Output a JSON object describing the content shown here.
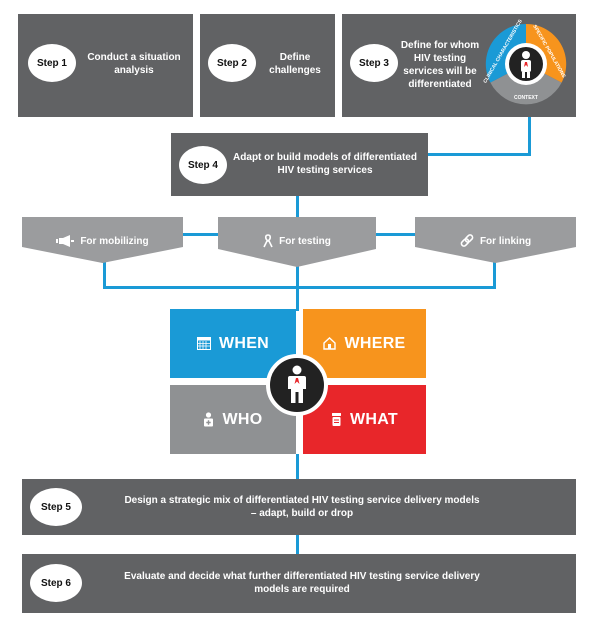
{
  "steps": [
    {
      "label": "Step 1",
      "text": "Conduct a situation analysis"
    },
    {
      "label": "Step 2",
      "text": "Define challenges"
    },
    {
      "label": "Step 3",
      "text": "Define for whom HIV testing services will be differentiated"
    },
    {
      "label": "Step 4",
      "text": "Adapt or build models of differentiated HIV testing services"
    },
    {
      "label": "Step 5",
      "text": "Design a strategic mix of differentiated HIV testing service delivery models – adapt, build or drop"
    },
    {
      "label": "Step 6",
      "text": "Evaluate and decide what further differentiated HIV testing service delivery models are required"
    }
  ],
  "donut": {
    "segments": [
      "CLINICAL CHARACTERISTICS",
      "SPECIFIC POPULATIONS",
      "CONTEXT"
    ],
    "colors": [
      "#1a9ad6",
      "#f7941d",
      "#8f9193"
    ]
  },
  "sub_services": [
    {
      "label": "For mobilizing",
      "icon": "megaphone-icon"
    },
    {
      "label": "For testing",
      "icon": "ribbon-icon"
    },
    {
      "label": "For linking",
      "icon": "link-icon"
    }
  ],
  "quadrants": [
    {
      "label": "WHEN",
      "icon": "calendar-icon",
      "color": "#1a9ad6"
    },
    {
      "label": "WHERE",
      "icon": "house-icon",
      "color": "#f7941d"
    },
    {
      "label": "WHO",
      "icon": "health-worker-icon",
      "color": "#8f9193"
    },
    {
      "label": "WHAT",
      "icon": "test-kit-icon",
      "color": "#e8262a"
    }
  ],
  "colors": {
    "step_box": "#616264",
    "connector": "#1a9ad6",
    "sub_box": "#9b9c9e"
  }
}
